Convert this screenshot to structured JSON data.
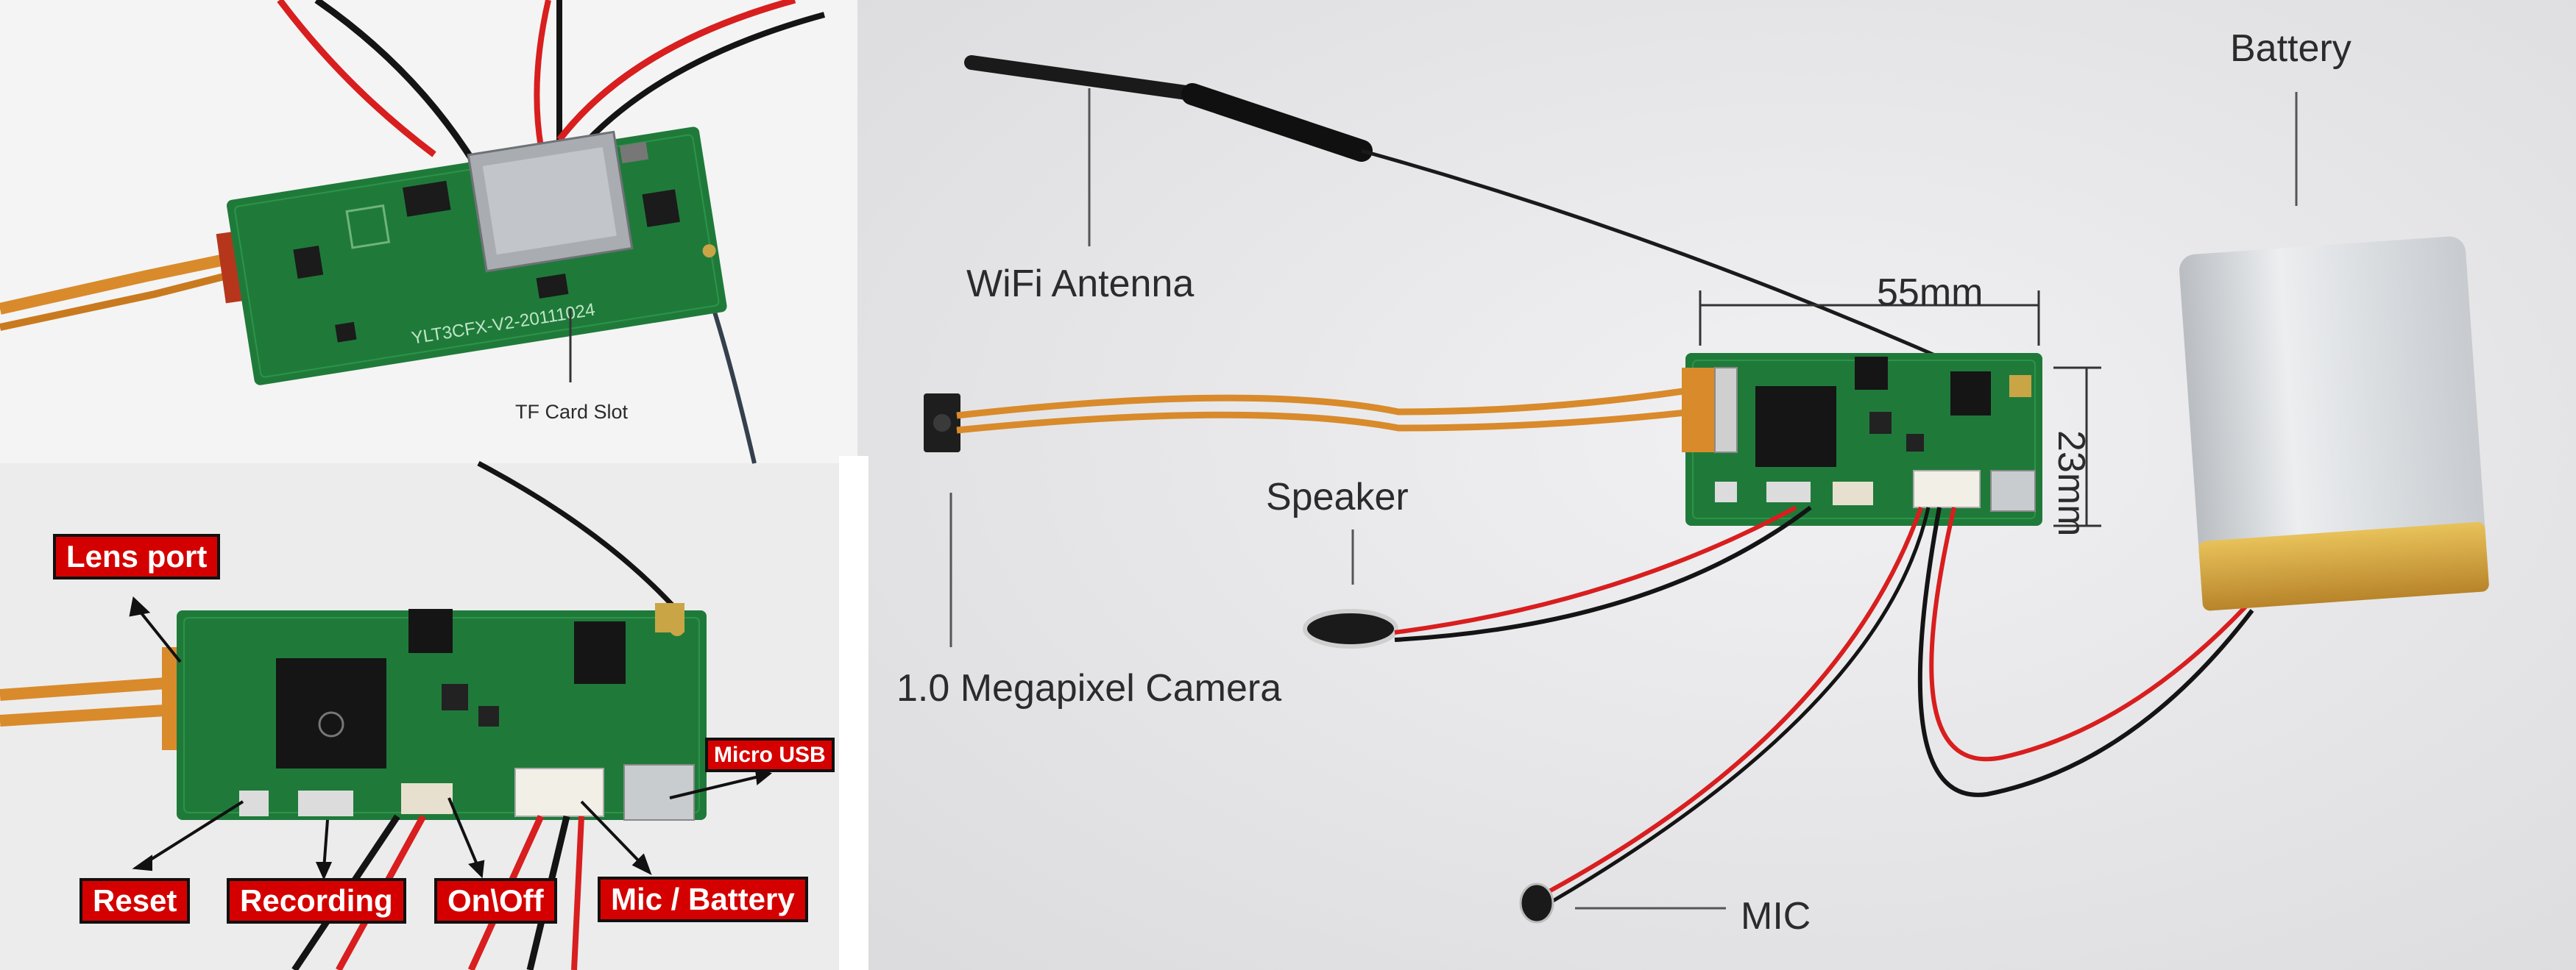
{
  "labels": {
    "tf_card_slot": "TF Card Slot",
    "wifi_antenna": "WiFi Antenna",
    "battery": "Battery",
    "dim_width": "55mm",
    "dim_height": "23mm",
    "speaker": "Speaker",
    "camera": "1.0 Megapixel Camera",
    "mic": "MIC",
    "pcb_silkscreen": "YLT3CFX-V2-20111024"
  },
  "callouts": {
    "lens_port": "Lens port",
    "micro_usb": "Micro USB",
    "reset": "Reset",
    "recording": "Recording",
    "on_off": "On\\Off",
    "mic_battery": "Mic / Battery"
  },
  "colors": {
    "pcb_green": "#1f7a3a",
    "wire_red": "#d81e1e",
    "wire_black": "#141414",
    "flex_orange": "#d98a2b",
    "callout_red": "#d40000",
    "battery_silver": "#cfd3d6",
    "battery_gold": "#d9a83a",
    "background_right": "#e9e9ea"
  }
}
